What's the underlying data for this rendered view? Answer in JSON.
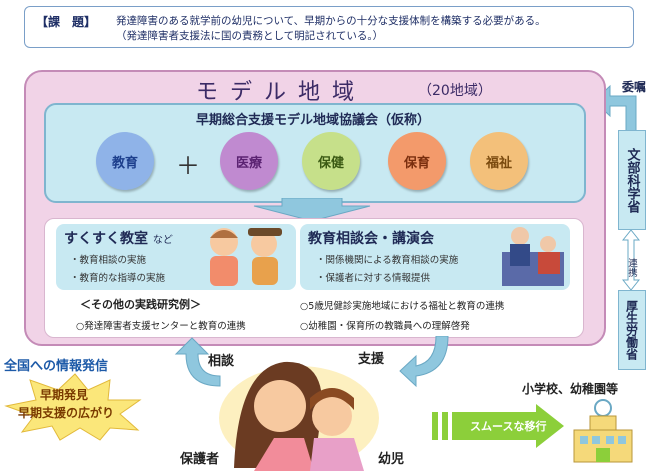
{
  "issue": {
    "tag": "【課　題】",
    "line1": "発達障害のある就学前の幼児について、早期からの十分な支援体制を構築する必要がある。",
    "line2": "（発達障害者支援法に国の責務として明記されている。）"
  },
  "model": {
    "title": "モデル地域",
    "count": "（20地域）"
  },
  "council": {
    "title": "早期総合支援モデル地域協議会（仮称）",
    "plus": "＋",
    "fields": [
      "教育",
      "医療",
      "保健",
      "保育",
      "福祉"
    ]
  },
  "sukusuku": {
    "title": "すくすく教室",
    "suffix": "など",
    "items": [
      "・教育相談の実施",
      "・教育的な指導の実施"
    ]
  },
  "kyoiku_soudankai": {
    "title": "教育相談会・講演会",
    "items": [
      "・関係機関による教育相談の実施",
      "・保護者に対する情報提供"
    ]
  },
  "other": {
    "heading": "＜その他の実践研究例＞",
    "items": [
      "○発達障害者支援センターと教育の連携",
      "○5歳児健診実施地域における福祉と教育の連携",
      "○幼稚園・保育所の教職員への理解啓発"
    ]
  },
  "ministries": {
    "itaku": "委嘱",
    "mext": "文部科学省",
    "renkei": "連携",
    "mhlw": "厚生労働省"
  },
  "bottom": {
    "nation_info": "全国への情報発信",
    "spread1": "早期発見",
    "spread2": "早期支援の広がり",
    "soudan": "相談",
    "shien": "支援",
    "guardian": "保護者",
    "child": "幼児",
    "school": "小学校、幼稚園等",
    "smooth": "スムースな移行"
  },
  "colors": {
    "model_bg": "#f1d3e7",
    "council_bg": "#c8e9f2",
    "arrow": "#8fc7de"
  }
}
